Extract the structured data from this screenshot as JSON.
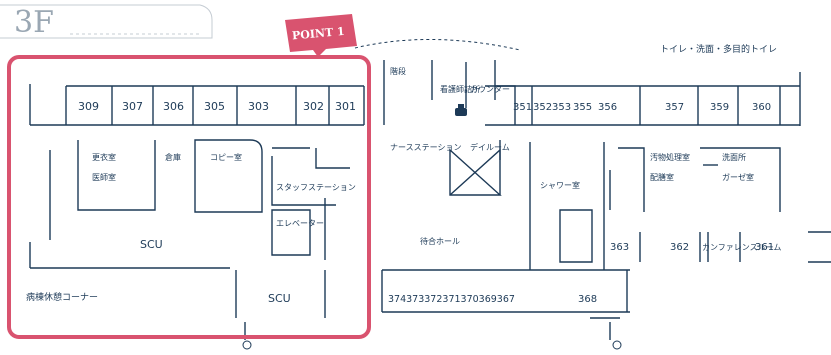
{
  "floor_label": "3F",
  "point_badge": "POINT 1",
  "highlight_color": "#d9536f",
  "map_line_color": "#1d3a57",
  "rooms_top_left": [
    "309",
    "307",
    "306",
    "305",
    "303",
    "302",
    "301"
  ],
  "rooms_top_right": [
    "351",
    "352",
    "353",
    "355",
    "356",
    "357",
    "359",
    "360"
  ],
  "rooms_bottom_right": [
    "363",
    "362",
    "361"
  ],
  "rooms_bottom_middle": "374373372371370369367",
  "room_368": "368",
  "scu_label_1": "SCU",
  "scu_label_2": "SCU",
  "corner_note": "病棟休憩コーナー",
  "top_right_note": "トイレ・洗面・多目的トイレ",
  "stairs_label": "階段",
  "nurse_station": "ナースステーション",
  "day_room": "デイルーム",
  "staff_station": "スタッフステーション",
  "elevator_label": "エレベーター",
  "waiting_room": "待合ホール",
  "shower_room": "シャワー室",
  "counter_label": "カウンター",
  "conference_label": "カンファレンスルーム",
  "copy_room": "コピー室",
  "locker_label": "更衣室",
  "doctor_room": "医師室",
  "storage_label": "倉庫",
  "dirty_room": "汚物処理室",
  "washroom_label": "洗面所",
  "gaze_label": "ガーゼ室",
  "kitchen_label": "配膳室",
  "nurse_room_sign": "看護師詰所",
  "phone_icon": "telephone-icon",
  "toilet_icon": "toilet-icon"
}
